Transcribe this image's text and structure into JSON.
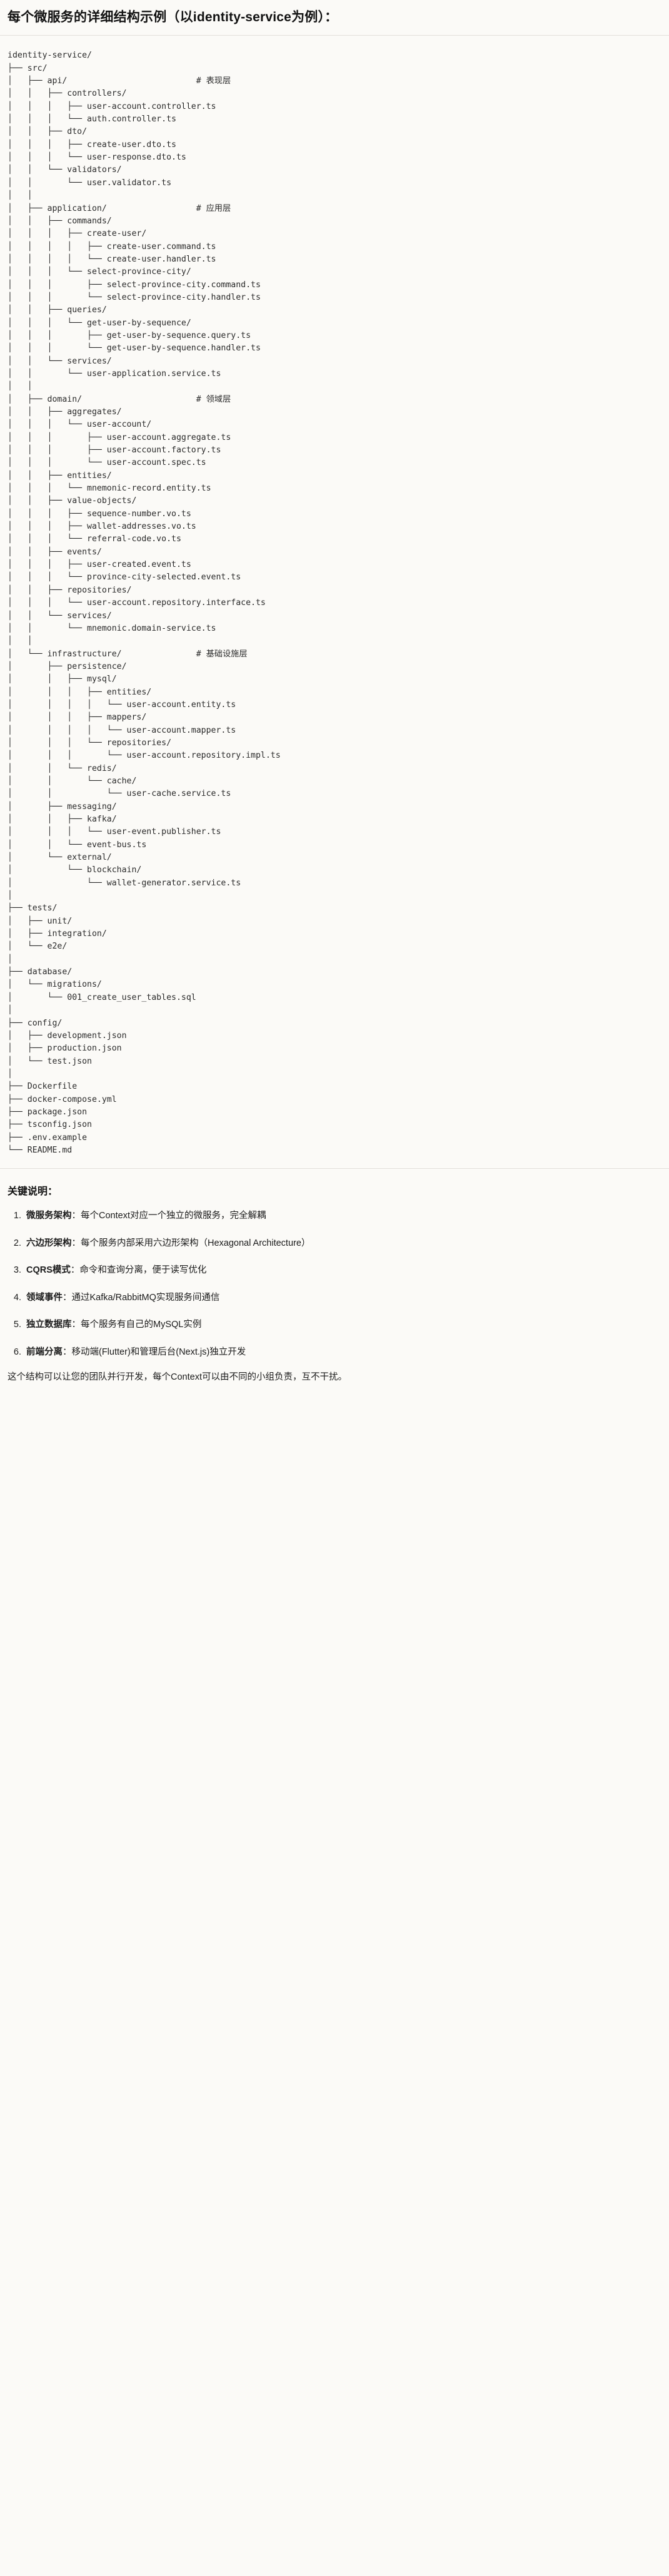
{
  "header": {
    "title": "每个微服务的详细结构示例（以identity-service为例）："
  },
  "tree": {
    "root": "identity-service/",
    "text": "identity-service/\n├── src/\n│   ├── api/                          # 表现层\n│   │   ├── controllers/\n│   │   │   ├── user-account.controller.ts\n│   │   │   └── auth.controller.ts\n│   │   ├── dto/\n│   │   │   ├── create-user.dto.ts\n│   │   │   └── user-response.dto.ts\n│   │   └── validators/\n│   │       └── user.validator.ts\n│   │\n│   ├── application/                  # 应用层\n│   │   ├── commands/\n│   │   │   ├── create-user/\n│   │   │   │   ├── create-user.command.ts\n│   │   │   │   └── create-user.handler.ts\n│   │   │   └── select-province-city/\n│   │   │       ├── select-province-city.command.ts\n│   │   │       └── select-province-city.handler.ts\n│   │   ├── queries/\n│   │   │   └── get-user-by-sequence/\n│   │   │       ├── get-user-by-sequence.query.ts\n│   │   │       └── get-user-by-sequence.handler.ts\n│   │   └── services/\n│   │       └── user-application.service.ts\n│   │\n│   ├── domain/                       # 领域层\n│   │   ├── aggregates/\n│   │   │   └── user-account/\n│   │   │       ├── user-account.aggregate.ts\n│   │   │       ├── user-account.factory.ts\n│   │   │       └── user-account.spec.ts\n│   │   ├── entities/\n│   │   │   └── mnemonic-record.entity.ts\n│   │   ├── value-objects/\n│   │   │   ├── sequence-number.vo.ts\n│   │   │   ├── wallet-addresses.vo.ts\n│   │   │   └── referral-code.vo.ts\n│   │   ├── events/\n│   │   │   ├── user-created.event.ts\n│   │   │   └── province-city-selected.event.ts\n│   │   ├── repositories/\n│   │   │   └── user-account.repository.interface.ts\n│   │   └── services/\n│   │       └── mnemonic.domain-service.ts\n│   │\n│   └── infrastructure/               # 基础设施层\n│       ├── persistence/\n│       │   ├── mysql/\n│       │   │   ├── entities/\n│       │   │   │   └── user-account.entity.ts\n│       │   │   ├── mappers/\n│       │   │   │   └── user-account.mapper.ts\n│       │   │   └── repositories/\n│       │   │       └── user-account.repository.impl.ts\n│       │   └── redis/\n│       │       └── cache/\n│       │           └── user-cache.service.ts\n│       ├── messaging/\n│       │   ├── kafka/\n│       │   │   └── user-event.publisher.ts\n│       │   └── event-bus.ts\n│       └── external/\n│           └── blockchain/\n│               └── wallet-generator.service.ts\n│\n├── tests/\n│   ├── unit/\n│   ├── integration/\n│   └── e2e/\n│\n├── database/\n│   └── migrations/\n│       └── 001_create_user_tables.sql\n│\n├── config/\n│   ├── development.json\n│   ├── production.json\n│   └── test.json\n│\n├── Dockerfile\n├── docker-compose.yml\n├── package.json\n├── tsconfig.json\n├── .env.example\n└── README.md",
    "layer_comments": [
      {
        "path": "api/",
        "comment": "# 表现层"
      },
      {
        "path": "application/",
        "comment": "# 应用层"
      },
      {
        "path": "domain/",
        "comment": "# 领域层"
      },
      {
        "path": "infrastructure/",
        "comment": "# 基础设施层"
      }
    ]
  },
  "notes": {
    "heading": "关键说明：",
    "separator": "：",
    "items": [
      {
        "term": "微服务架构",
        "desc": "每个Context对应一个独立的微服务，完全解耦"
      },
      {
        "term": "六边形架构",
        "desc": "每个服务内部采用六边形架构（Hexagonal Architecture）"
      },
      {
        "term": "CQRS模式",
        "desc": "命令和查询分离，便于读写优化"
      },
      {
        "term": "领域事件",
        "desc": "通过Kafka/RabbitMQ实现服务间通信"
      },
      {
        "term": "独立数据库",
        "desc": "每个服务有自己的MySQL实例"
      },
      {
        "term": "前端分离",
        "desc": "移动端(Flutter)和管理后台(Next.js)独立开发"
      }
    ],
    "closing": "这个结构可以让您的团队并行开发，每个Context可以由不同的小组负责，互不干扰。"
  },
  "colors": {
    "background": "#fbfaf7",
    "text": "#1b1b1b",
    "tree_text": "#2b2b2b",
    "rule": "#e2e0db"
  }
}
